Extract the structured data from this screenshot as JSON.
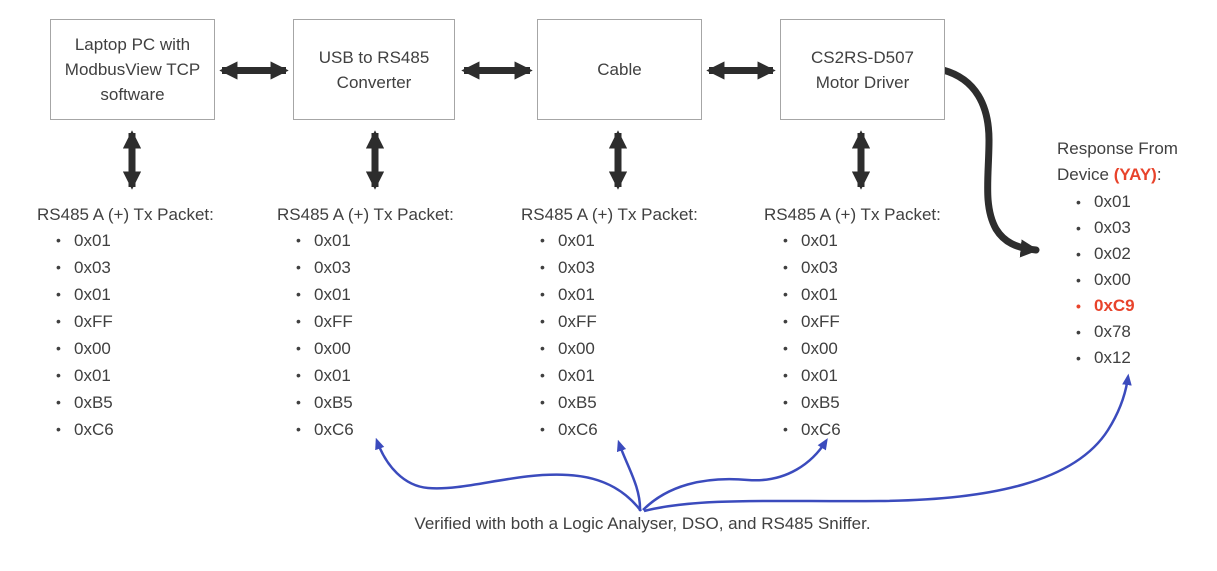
{
  "diagram": {
    "boxes": [
      {
        "label": "Laptop PC with ModbusView TCP software"
      },
      {
        "label": "USB to RS485 Converter"
      },
      {
        "label": "Cable"
      },
      {
        "label": "CS2RS-D507 Motor Driver"
      }
    ],
    "packet_lists": [
      {
        "title": "RS485 A (+) Tx Packet:",
        "items": [
          "0x01",
          "0x03",
          "0x01",
          "0xFF",
          "0x00",
          "0x01",
          "0xB5",
          "0xC6"
        ]
      },
      {
        "title": "RS485 A (+) Tx Packet:",
        "items": [
          "0x01",
          "0x03",
          "0x01",
          "0xFF",
          "0x00",
          "0x01",
          "0xB5",
          "0xC6"
        ]
      },
      {
        "title": "RS485 A (+) Tx Packet:",
        "items": [
          "0x01",
          "0x03",
          "0x01",
          "0xFF",
          "0x00",
          "0x01",
          "0xB5",
          "0xC6"
        ]
      },
      {
        "title": "RS485 A (+) Tx Packet:",
        "items": [
          "0x01",
          "0x03",
          "0x01",
          "0xFF",
          "0x00",
          "0x01",
          "0xB5",
          "0xC6"
        ]
      }
    ],
    "response": {
      "title_prefix": "Response From Device ",
      "title_highlight": "(YAY)",
      "title_suffix": ":",
      "items": [
        {
          "text": "0x01"
        },
        {
          "text": "0x03"
        },
        {
          "text": "0x02"
        },
        {
          "text": "0x00"
        },
        {
          "text": "0xC9",
          "highlight": true
        },
        {
          "text": "0x78"
        },
        {
          "text": "0x12"
        }
      ]
    },
    "caption": "Verified with both a Logic Analyser, DSO, and RS485 Sniffer.",
    "colors": {
      "accent_red": "#e8432b",
      "arrow_blue": "#3b4bbd",
      "arrow_dark": "#2d2d2d",
      "border_gray": "#a6a6a6",
      "text_gray": "#404040"
    }
  }
}
